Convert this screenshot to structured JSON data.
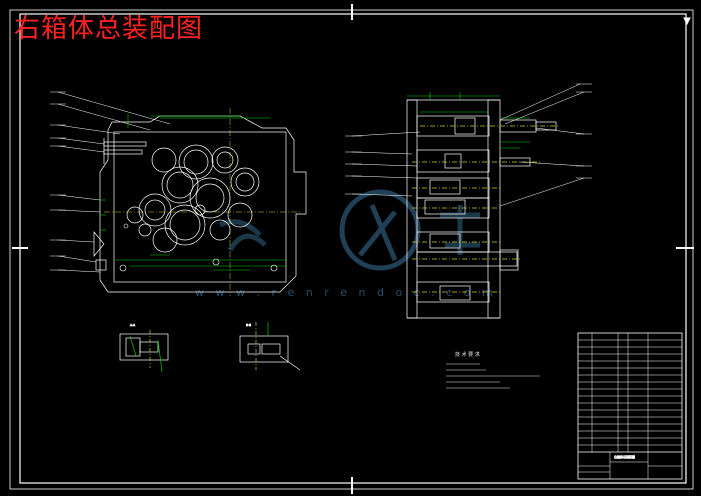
{
  "drawing": {
    "title": "右箱体总装配图",
    "colors": {
      "background": "#000000",
      "line": "#ffffff",
      "title": "#ff2020",
      "dimension": "#00d000",
      "centerline": "#d0d020",
      "watermark": "#2a5a7a"
    }
  },
  "watermark": {
    "text": "w w w . r e n r e n d o c . c o m"
  },
  "technical_requirements": {
    "heading": "技 术 要 求"
  },
  "section_views": {
    "left_label": "A-A",
    "right_label": "B-B"
  },
  "title_block": {
    "drawing_name": "右箱体总装配图"
  }
}
